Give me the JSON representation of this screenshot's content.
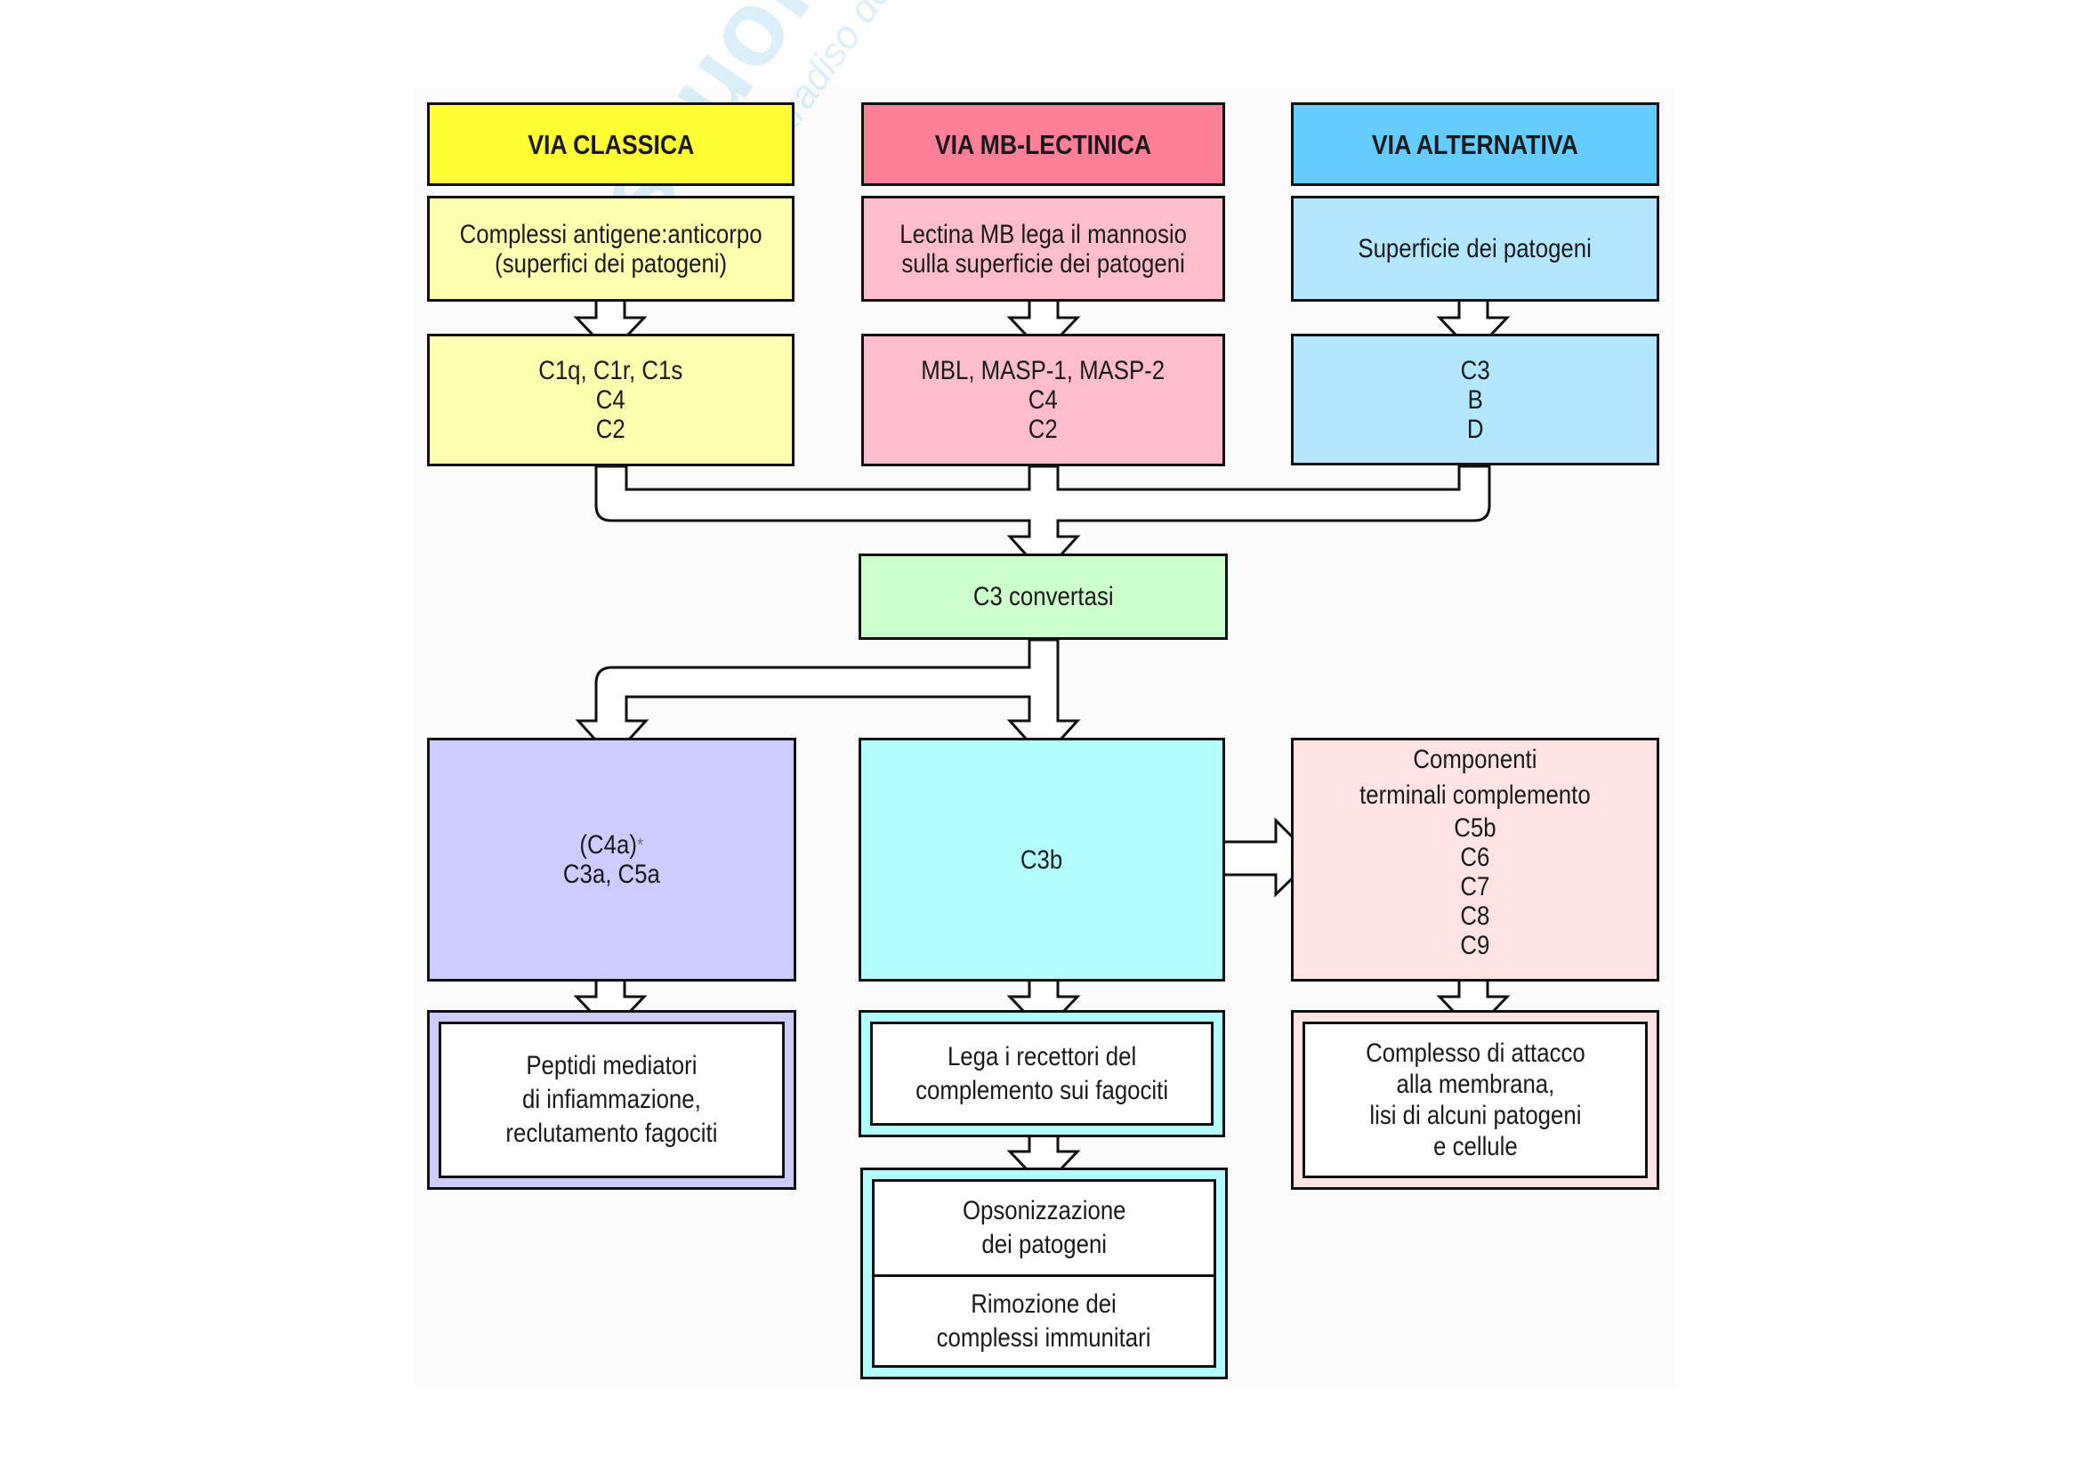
{
  "watermark": {
    "brand": "skuola.net",
    "tagline": "il paradiso dello studente"
  },
  "colors": {
    "classica_header": "#ffff33",
    "classica_body": "#ffffb0",
    "lectinica_header": "#ff7f96",
    "lectinica_body": "#ffbccb",
    "alternativa_header": "#66ccff",
    "alternativa_body": "#b3e6ff",
    "convertasi": "#ccffcc",
    "anafilotossine": "#ccccff",
    "c3b": "#b3ffff",
    "terminali": "#ffe3e3"
  },
  "pathways": [
    {
      "title": "VIA CLASSICA",
      "trigger": [
        "Complessi antigene:anticorpo",
        "(superfici dei patogeni)"
      ],
      "components": [
        "C1q, C1r, C1s",
        "C4",
        "C2"
      ]
    },
    {
      "title": "VIA MB-LECTINICA",
      "trigger": [
        "Lectina MB lega il mannosio",
        "sulla superficie dei patogeni"
      ],
      "components": [
        "MBL, MASP-1, MASP-2",
        "C4",
        "C2"
      ]
    },
    {
      "title": "VIA ALTERNATIVA",
      "trigger": [
        "Superficie dei patogeni"
      ],
      "components": [
        "C3",
        "B",
        "D"
      ]
    }
  ],
  "convertase": {
    "label": "C3 convertasi"
  },
  "products": {
    "anaphylatoxins": {
      "line1": "(C4a)",
      "asterisk": "*",
      "line2": "C3a, C5a"
    },
    "c3b": {
      "label": "C3b"
    },
    "terminal": [
      "Componenti",
      "terminali complemento",
      "C5b",
      "C6",
      "C7",
      "C8",
      "C9"
    ]
  },
  "outcomes": {
    "inflammation": [
      "Peptidi mediatori",
      "di infiammazione,",
      "reclutamento fagociti"
    ],
    "receptors": [
      "Lega i recettori del",
      "complemento sui fagociti"
    ],
    "opsonization": [
      "Opsonizzazione",
      "dei patogeni"
    ],
    "removal": [
      "Rimozione dei",
      "complessi immunitari"
    ],
    "mac": [
      "Complesso di attacco",
      "alla membrana,",
      "lisi di alcuni patogeni",
      "e cellule"
    ]
  }
}
